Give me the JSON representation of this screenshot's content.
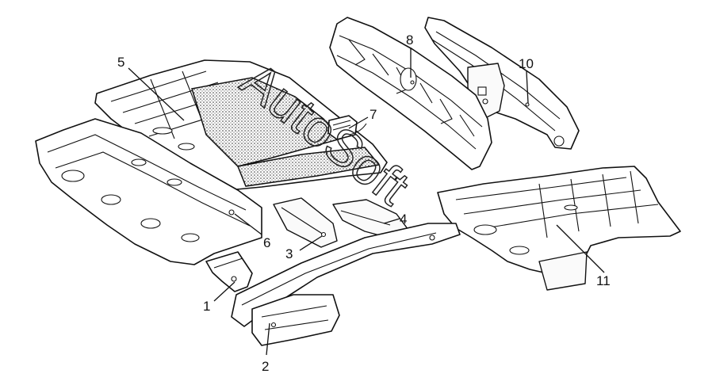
{
  "callouts": [
    {
      "id": "1",
      "label": "1"
    },
    {
      "id": "2",
      "label": "2"
    },
    {
      "id": "3",
      "label": "3"
    },
    {
      "id": "4",
      "label": "4"
    },
    {
      "id": "5",
      "label": "5"
    },
    {
      "id": "6",
      "label": "6"
    },
    {
      "id": "7",
      "label": "7"
    },
    {
      "id": "8",
      "label": "8"
    },
    {
      "id": "10",
      "label": "10"
    },
    {
      "id": "11",
      "label": "11"
    }
  ],
  "watermark": {
    "text": "AutoSoft"
  },
  "colors": {
    "ink": "#111111",
    "paper": "#ffffff"
  }
}
